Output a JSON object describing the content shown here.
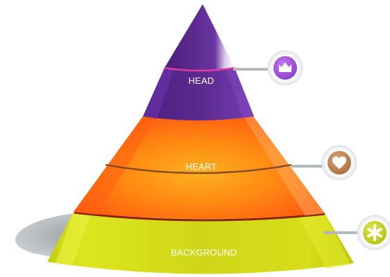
{
  "pyramid": {
    "tiers": [
      {
        "key": "head",
        "label": "HEAD",
        "icon": "crown-icon",
        "color": "#5b2a8c",
        "icon_color": "#9b4fd6"
      },
      {
        "key": "heart",
        "label": "HEART",
        "icon": "heart-icon",
        "color": "#ff7a12",
        "icon_color": "#b88358"
      },
      {
        "key": "background",
        "label": "BACKGROUND",
        "icon": "asterisk-icon",
        "color": "#cfd61a",
        "icon_color": "#c4cf1c"
      }
    ]
  }
}
